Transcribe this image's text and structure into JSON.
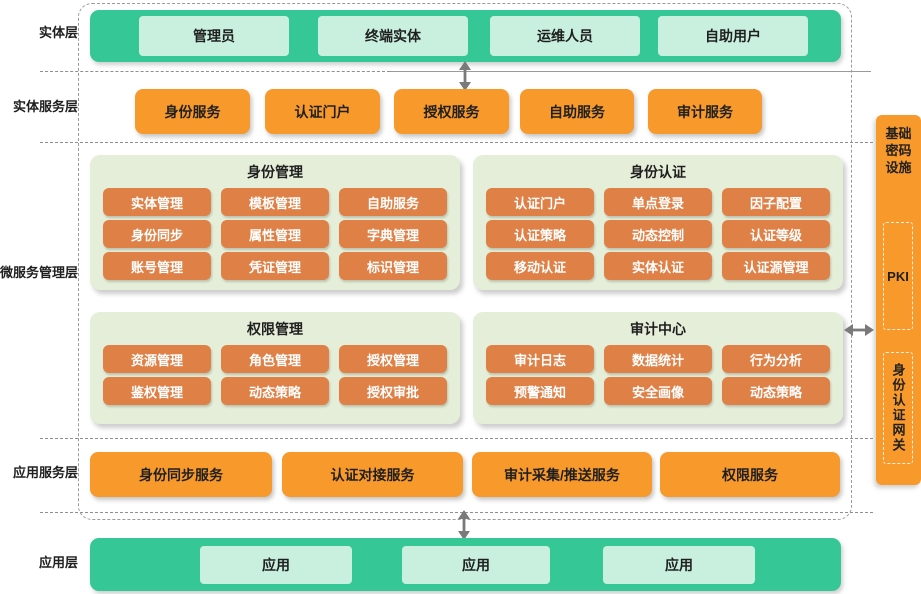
{
  "colors": {
    "green": "#35C795",
    "light_green": "#C9F0DF",
    "panel_green": "#E5EED8",
    "bright_orange": "#F8992B",
    "muted_orange": "#DF8147",
    "line_gray": "#8f8f8f"
  },
  "layers": [
    {
      "label": "实体层"
    },
    {
      "label": "实体服务层"
    },
    {
      "label": "微服务管理层"
    },
    {
      "label": "应用服务层"
    },
    {
      "label": "应用层"
    }
  ],
  "entity_layer": {
    "items": [
      "管理员",
      "终端实体",
      "运维人员",
      "自助用户"
    ]
  },
  "entity_service_layer": {
    "items": [
      "身份服务",
      "认证门户",
      "授权服务",
      "自助服务",
      "审计服务"
    ]
  },
  "microservice_layer": {
    "panels": [
      {
        "title": "身份管理",
        "items": [
          "实体管理",
          "模板管理",
          "自助服务",
          "身份同步",
          "属性管理",
          "字典管理",
          "账号管理",
          "凭证管理",
          "标识管理"
        ]
      },
      {
        "title": "身份认证",
        "items": [
          "认证门户",
          "单点登录",
          "因子配置",
          "认证策略",
          "动态控制",
          "认证等级",
          "移动认证",
          "实体认证",
          "认证源管理"
        ]
      },
      {
        "title": "权限管理",
        "items": [
          "资源管理",
          "角色管理",
          "授权管理",
          "鉴权管理",
          "动态策略",
          "授权审批"
        ]
      },
      {
        "title": "审计中心",
        "items": [
          "审计日志",
          "数据统计",
          "行为分析",
          "预警通知",
          "安全画像",
          "动态策略"
        ]
      }
    ]
  },
  "app_service_layer": {
    "items": [
      "身份同步服务",
      "认证对接服务",
      "审计采集/推送服务",
      "权限服务"
    ]
  },
  "app_layer": {
    "items": [
      "应用",
      "应用",
      "应用"
    ]
  },
  "right_bar": {
    "title": "基础密码设施",
    "pki_label": "PKI",
    "gateway_label": "身份认证网关"
  }
}
